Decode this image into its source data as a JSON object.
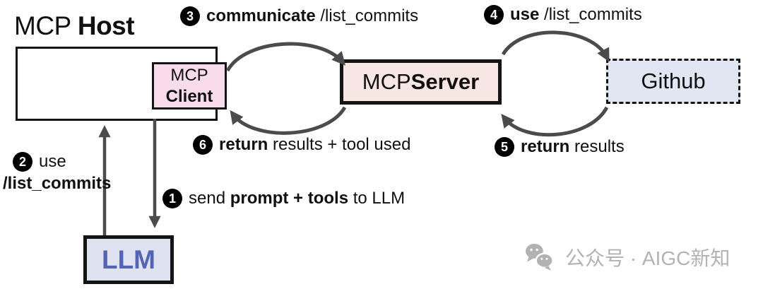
{
  "colors": {
    "arrow": "#4b4b4b",
    "box_border": "#141414",
    "client_bg": "#f8dcec",
    "server_bg": "#f8e6e2",
    "github_bg": "#e1e7f2",
    "llm_bg": "#dfe2f0",
    "llm_text": "#5463b3",
    "badge_bg": "#000000",
    "watermark_gray": "#b2b2b2"
  },
  "host": {
    "title_segments": [
      {
        "text": "MCP ",
        "bold": false
      },
      {
        "text": "Host",
        "bold": true
      }
    ]
  },
  "client": {
    "line1": "MCP",
    "line2": "Client"
  },
  "server": {
    "segments": [
      {
        "text": "MCP ",
        "bold": false
      },
      {
        "text": "Server",
        "bold": true
      }
    ]
  },
  "github": {
    "label": "Github"
  },
  "llm": {
    "label": "LLM"
  },
  "steps": {
    "s1": {
      "num": "1",
      "segments": [
        {
          "text": "send ",
          "bold": false
        },
        {
          "text": "prompt + tools",
          "bold": true
        },
        {
          "text": " to LLM",
          "bold": false
        }
      ]
    },
    "s2": {
      "num": "2",
      "line1_segments": [
        {
          "text": "use",
          "bold": false
        }
      ],
      "line2_segments": [
        {
          "text": "/list_commits",
          "bold": true
        }
      ]
    },
    "s3": {
      "num": "3",
      "segments": [
        {
          "text": "communicate ",
          "bold": true
        },
        {
          "text": "/list_commits",
          "bold": false
        }
      ]
    },
    "s4": {
      "num": "4",
      "segments": [
        {
          "text": "use ",
          "bold": true
        },
        {
          "text": "/list_commits",
          "bold": false
        }
      ]
    },
    "s5": {
      "num": "5",
      "segments": [
        {
          "text": "return ",
          "bold": true
        },
        {
          "text": "results",
          "bold": false
        }
      ]
    },
    "s6": {
      "num": "6",
      "segments": [
        {
          "text": "return ",
          "bold": true
        },
        {
          "text": "results + tool used",
          "bold": false
        }
      ]
    }
  },
  "watermark": {
    "icon": "wechat-icon",
    "text": "公众号 · AIGC新知"
  }
}
